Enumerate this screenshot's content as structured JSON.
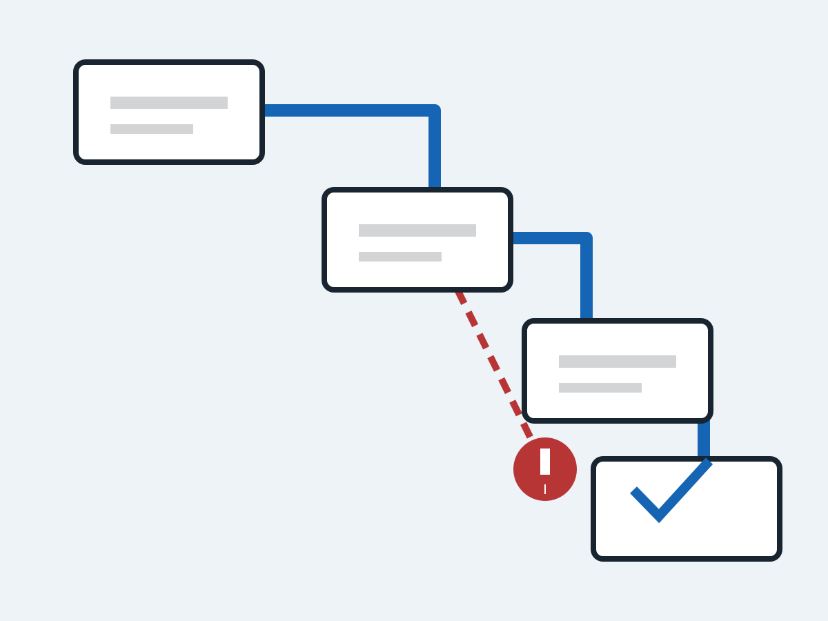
{
  "colors": {
    "background": "#eef3f8",
    "card_fill": "#ffffff",
    "card_border": "#18242f",
    "placeholder": "#d2d4d6",
    "success_connector": "#1565b4",
    "failure_path": "#b83536",
    "alert": "#b83536",
    "alert_glyph": "#ffffff",
    "checkmark": "#1565b4"
  },
  "nodes": [
    {
      "id": "step-1",
      "kind": "placeholder-card"
    },
    {
      "id": "step-2",
      "kind": "placeholder-card"
    },
    {
      "id": "step-3",
      "kind": "placeholder-card"
    },
    {
      "id": "step-done",
      "kind": "success-card",
      "icon": "checkmark-icon"
    }
  ],
  "edges": [
    {
      "from": "step-1",
      "to": "step-2",
      "style": "solid",
      "color": "#1565b4"
    },
    {
      "from": "step-2",
      "to": "step-3",
      "style": "solid",
      "color": "#1565b4"
    },
    {
      "from": "step-3",
      "to": "step-done",
      "style": "solid",
      "color": "#1565b4"
    },
    {
      "from": "step-2",
      "to": "alert",
      "style": "dashed",
      "color": "#b83536"
    }
  ],
  "alert": {
    "icon": "exclamation-icon"
  }
}
